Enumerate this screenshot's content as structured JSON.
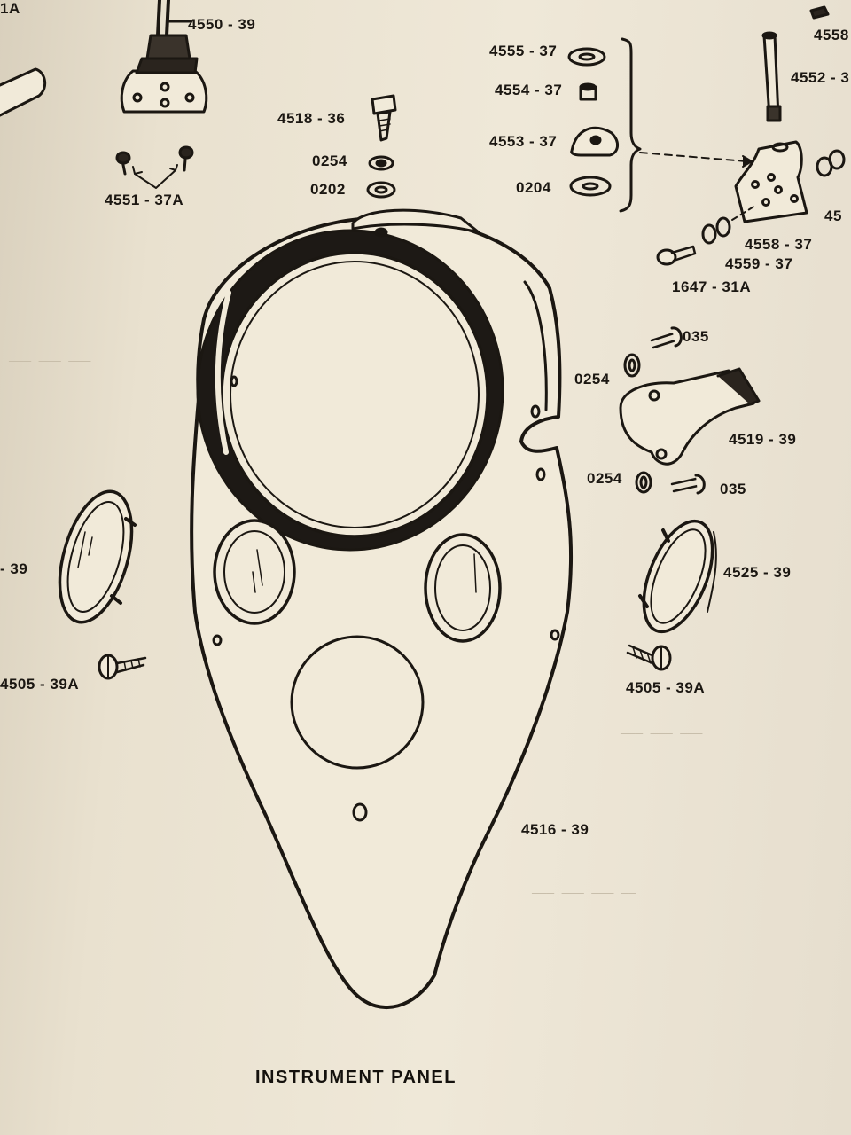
{
  "caption": "INSTRUMENT PANEL",
  "colors": {
    "ink": "#1b1712",
    "paper": "#ece4d3"
  },
  "labels": [
    "1A",
    "4550 - 39",
    "4551 - 37A",
    "4518 - 36",
    "0254",
    "0202",
    "4555 - 37",
    "4554 - 37",
    "4553 - 37",
    "0204",
    "4558",
    "4552 - 3",
    "4558 - 37",
    "4559 - 37",
    "1647 - 31A",
    "45",
    "035",
    "0254",
    "4519 - 39",
    "0254",
    "035",
    "- 39",
    "4525 - 39",
    "4505 - 39A",
    "4505 - 39A",
    "4516 - 39"
  ]
}
